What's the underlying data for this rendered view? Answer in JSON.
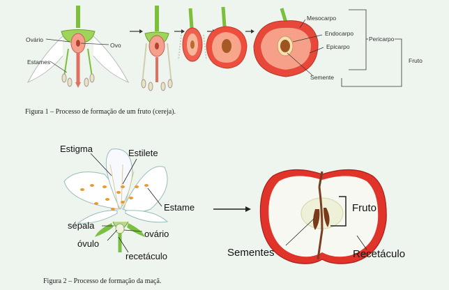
{
  "figure1": {
    "caption": "Figura 1 – Processo de formação de um fruto (cereja).",
    "labels": {
      "ovario": "Ovário",
      "ovo": "Ovo",
      "estames": "Estames",
      "mesocarpo": "Mesocarpo",
      "endocarpo": "Endocarpo",
      "epicarpo": "Epicarpo",
      "pericarpo": "Pericarpo",
      "fruto": "Fruto",
      "semente": "Semente"
    }
  },
  "figure2": {
    "caption": "Figura 2 – Processo de formação da maçã.",
    "labels": {
      "estigma": "Estigma",
      "estilete": "Estilete",
      "estame": "Estame",
      "sepala": "sépala",
      "ovario": "ovário",
      "ovulo": "óvulo",
      "receptaculo_flor": "recetáculo",
      "fruto": "Fruto",
      "sementes": "Sementes",
      "receptaculo_fruto": "Recetáculo"
    }
  }
}
